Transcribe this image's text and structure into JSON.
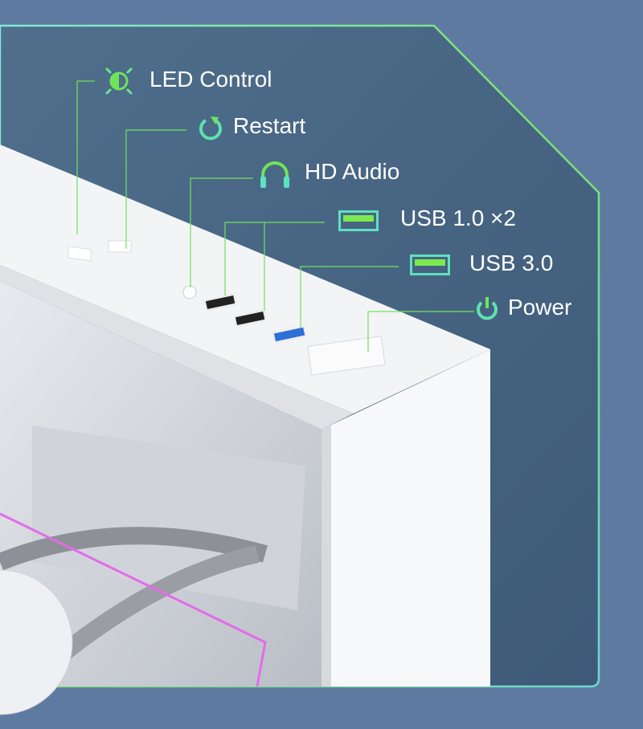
{
  "colors": {
    "background": "#5f7aa0",
    "panel": "#4b6a88",
    "accent_green": "#6fe35a",
    "accent_teal": "#5fe0d0",
    "case_white": "#f2f3f5"
  },
  "callouts": [
    {
      "label": "LED Control",
      "icon": "brightness-icon"
    },
    {
      "label": "Restart",
      "icon": "restart-icon"
    },
    {
      "label": "HD Audio",
      "icon": "headphones-icon"
    },
    {
      "label": "USB 1.0 ×2",
      "icon": "usb-port-icon"
    },
    {
      "label": "USB 3.0",
      "icon": "usb-port-icon"
    },
    {
      "label": "Power",
      "icon": "power-icon"
    }
  ]
}
